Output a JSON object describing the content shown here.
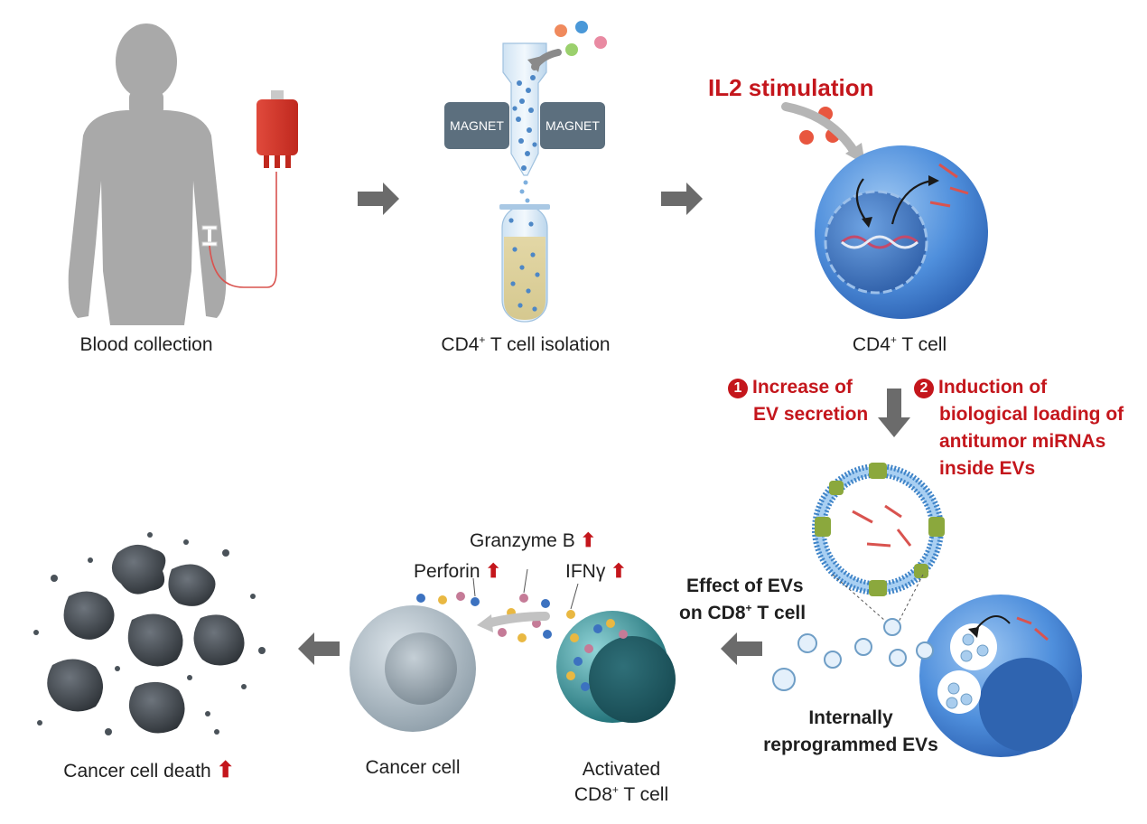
{
  "labels": {
    "blood_collection": "Blood collection",
    "cd4_isolation_prefix": "CD4",
    "cd4_isolation_suffix": " T cell isolation",
    "cd4_cell_prefix": "CD4",
    "cd4_cell_suffix": " T cell",
    "il2": "IL2 stimulation",
    "magnet": "MAGNET",
    "step1_num": "1",
    "step1_line1": "Increase of",
    "step1_line2": "EV secretion",
    "step2_num": "2",
    "step2_line1": "Induction of",
    "step2_line2": "biological loading of",
    "step2_line3": "antitumor miRNAs",
    "step2_line4": "inside EVs",
    "effect_line1": "Effect of EVs",
    "effect_line2_prefix": "on CD8",
    "effect_line2_suffix": " T cell",
    "internally_line1": "Internally",
    "internally_line2": "reprogrammed EVs",
    "granzyme": "Granzyme B",
    "perforin": "Perforin",
    "ifn": "IFNγ",
    "activated_line1": "Activated",
    "activated_line2_prefix": "CD8",
    "activated_line2_suffix": " T cell",
    "cancer_cell": "Cancer cell",
    "cancer_death": "Cancer cell death",
    "plus": "+",
    "up_arrow": "⬆"
  },
  "colors": {
    "red": "#c4161c",
    "arrow_gray": "#6b6b6b",
    "cell_blue": "#4a86d6",
    "teal": "#2c8a90",
    "cancer_gray": "#a9b6c0"
  }
}
